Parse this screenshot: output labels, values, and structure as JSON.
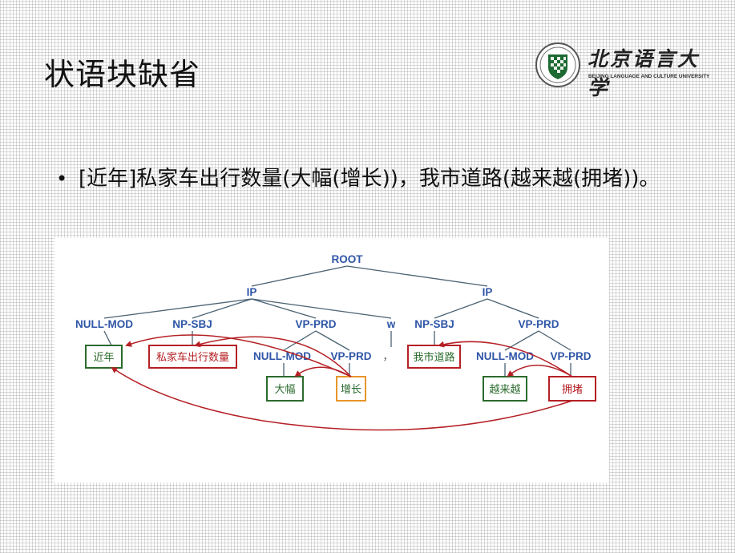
{
  "slide": {
    "title": "状语块缺省",
    "bullet": "[近年]私家车出行数量(大幅(增长))，我市道路(越来越(拥堵))。"
  },
  "logo": {
    "name_cn": "北京语言大学",
    "name_en": "BEIJING LANGUAGE AND CULTURE UNIVERSITY",
    "colors": {
      "primary": "#1d6a32",
      "accent": "#555555"
    }
  },
  "tree": {
    "colors": {
      "label": "#2e55a6",
      "edge": "#4a6272",
      "green_box": "#2b6b2d",
      "red_box": "#b52025",
      "orange_box": "#e8952a",
      "arrow": "#b52025"
    },
    "nodes": {
      "root": "ROOT",
      "ip1": "IP",
      "ip2": "IP",
      "null_mod_1": "NULL-MOD",
      "np_sbj_1": "NP-SBJ",
      "vp_prd_1": "VP-PRD",
      "w": "w",
      "np_sbj_2": "NP-SBJ",
      "vp_prd_2": "VP-PRD",
      "null_mod_2": "NULL-MOD",
      "vp_prd_3": "VP-PRD",
      "null_mod_3": "NULL-MOD",
      "vp_prd_4": "VP-PRD"
    },
    "words": {
      "jinnian": "近年",
      "sijiache": "私家车出行数量",
      "dafu": "大幅",
      "zengzhang": "增长",
      "comma": "，",
      "woshidaolu": "我市道路",
      "yuelaiyue": "越来越",
      "yongdu": "拥堵"
    }
  }
}
